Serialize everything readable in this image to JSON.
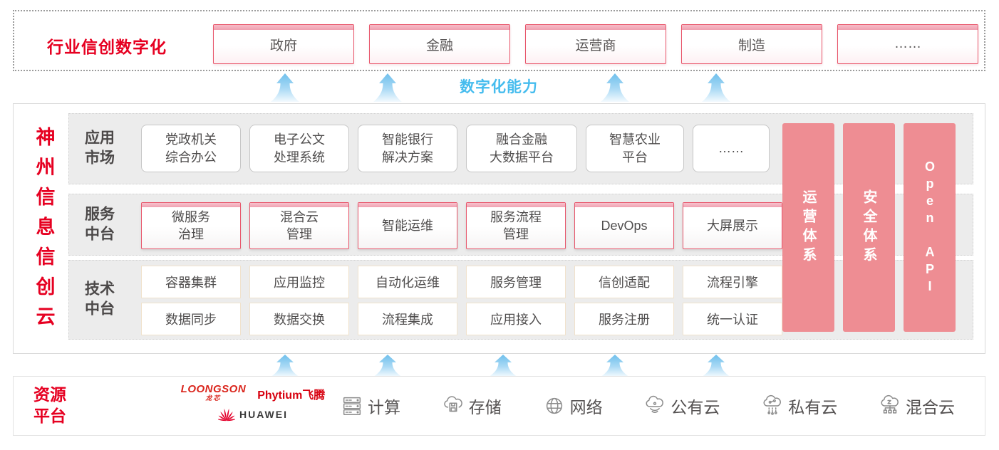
{
  "colors": {
    "accent_red": "#e60021",
    "pillar_pink": "#ee8d93",
    "box_border_pink": "#e8566b",
    "capability_blue": "#45bcee"
  },
  "top_band": {
    "title": "行业信创数字化",
    "industries": [
      {
        "label": "政府"
      },
      {
        "label": "金融"
      },
      {
        "label": "运营商"
      },
      {
        "label": "制造"
      },
      {
        "label": "……"
      }
    ]
  },
  "capability": {
    "label": "数字化能力"
  },
  "platform": {
    "vertical_title": "神\n州\n信\n息\n信\n创\n云",
    "rows": [
      {
        "label": "应用\n市场",
        "items": [
          {
            "label": "党政机关\n综合办公"
          },
          {
            "label": "电子公文\n处理系统"
          },
          {
            "label": "智能银行\n解决方案"
          },
          {
            "label": "融合金融\n大数据平台"
          },
          {
            "label": "智慧农业\n平台"
          },
          {
            "label": "……"
          }
        ]
      },
      {
        "label": "服务\n中台",
        "items": [
          {
            "label": "微服务\n治理"
          },
          {
            "label": "混合云\n管理"
          },
          {
            "label": "智能运维"
          },
          {
            "label": "服务流程\n管理"
          },
          {
            "label": "DevOps"
          },
          {
            "label": "大屏展示"
          }
        ]
      },
      {
        "label": "技术\n中台",
        "items_a": [
          {
            "label": "容器集群"
          },
          {
            "label": "应用监控"
          },
          {
            "label": "自动化运维"
          },
          {
            "label": "服务管理"
          },
          {
            "label": "信创适配"
          },
          {
            "label": "流程引擎"
          }
        ],
        "items_b": [
          {
            "label": "数据同步"
          },
          {
            "label": "数据交换"
          },
          {
            "label": "流程集成"
          },
          {
            "label": "应用接入"
          },
          {
            "label": "服务注册"
          },
          {
            "label": "统一认证"
          }
        ]
      }
    ],
    "pillars": [
      {
        "label": "运营体系"
      },
      {
        "label": "安全体系"
      },
      {
        "label": "Open API"
      }
    ]
  },
  "resources": {
    "label": "资源\n平台",
    "vendors": {
      "loongson": "LOONGSON",
      "loongson_sub": "龙芯",
      "phytium": "Phytium飞腾",
      "huawei": "HUAWEI"
    },
    "items": [
      {
        "label": "计算"
      },
      {
        "label": "存储"
      },
      {
        "label": "网络"
      },
      {
        "label": "公有云"
      },
      {
        "label": "私有云"
      },
      {
        "label": "混合云"
      }
    ]
  }
}
